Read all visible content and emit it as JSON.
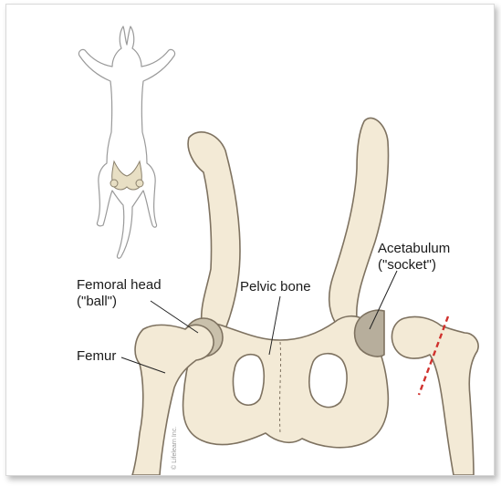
{
  "labels": {
    "acetabulum_line1": "Acetabulum",
    "acetabulum_line2": "(\"socket\")",
    "femoral_head_line1": "Femoral head",
    "femoral_head_line2": "(\"ball\")",
    "pelvic_bone": "Pelvic bone",
    "femur": "Femur"
  },
  "credit": "© Lifelearn Inc.",
  "colors": {
    "bone_fill": "#f3ead6",
    "bone_outline": "#7e7260",
    "socket_fill": "#b7ae9c",
    "cut_line": "#d0312d",
    "dog_outline": "#9a9a9a",
    "dog_pelvis_highlight": "#e8dfc4"
  },
  "icons": {
    "dog_silhouette": "dog-skeleton-dorsal-view",
    "cut_marker": "dashed-osteotomy-line"
  }
}
